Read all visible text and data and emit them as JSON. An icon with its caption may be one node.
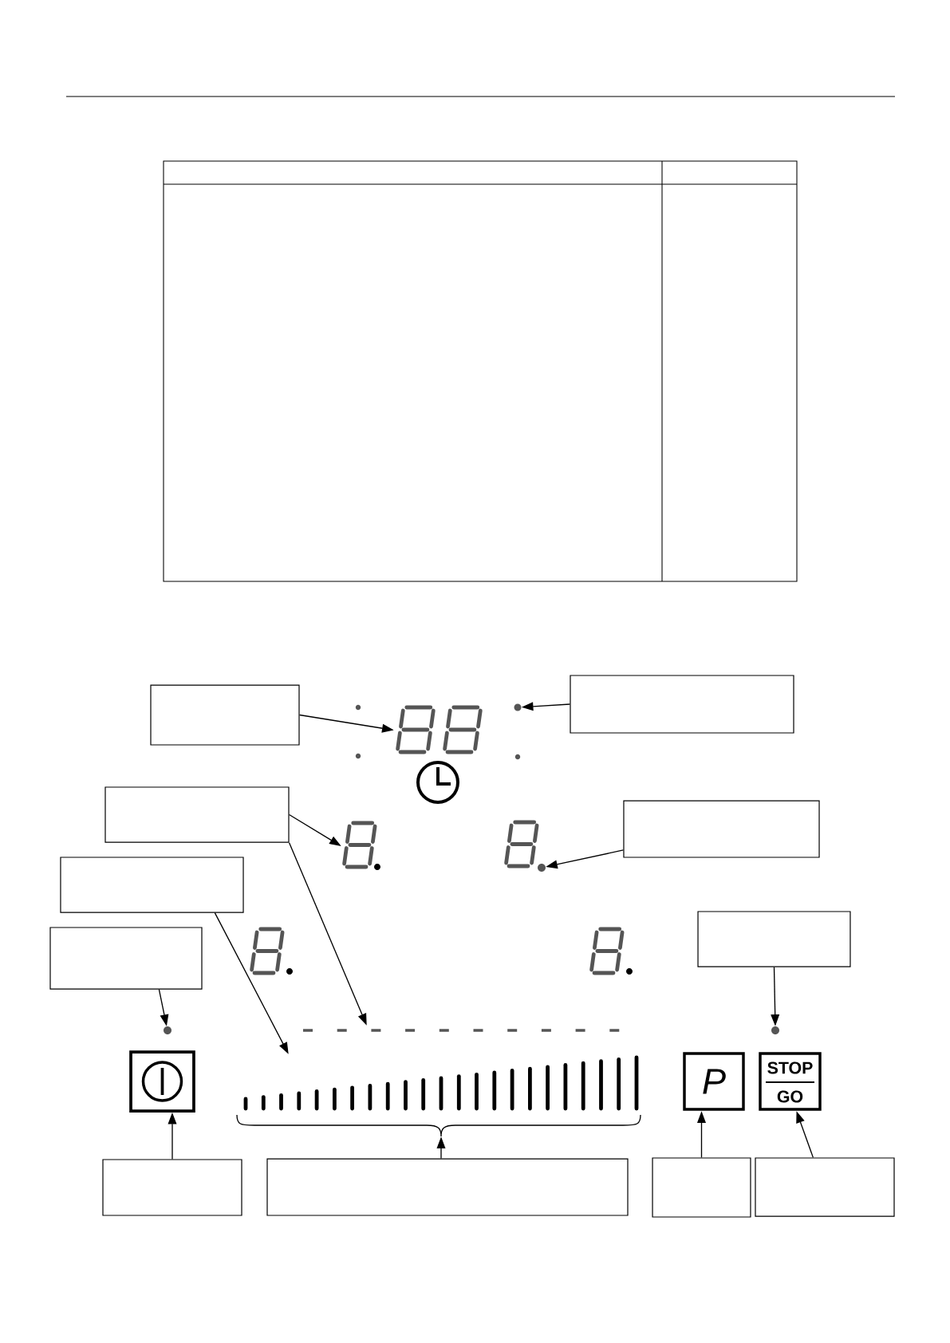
{
  "diagram": {
    "nodes": [
      {
        "text": [],
        "shape": "box"
      },
      {
        "text": [],
        "shape": "display"
      },
      {
        "text": [],
        "shape": "box"
      },
      {
        "text": [],
        "shape": "circle"
      },
      {
        "text": [],
        "shape": "box"
      },
      {
        "text": [],
        "shape": "display"
      },
      {
        "text": [],
        "shape": "box"
      },
      {
        "text": [],
        "shape": "circle"
      },
      {
        "text": [],
        "shape": "box"
      },
      {
        "text": [],
        "shape": "box"
      },
      {
        "text": [],
        "shape": "box"
      },
      {
        "text": [],
        "shape": "circle"
      },
      {
        "text": [],
        "shape": "dashes"
      },
      {
        "text": [],
        "shape": "circle"
      },
      {
        "text": [],
        "shape": "bar"
      },
      {
        "text": [],
        "shape": "button"
      },
      {
        "text": [
          "P"
        ]
      },
      {
        "text": [
          "STOP",
          "GO"
        ]
      },
      {
        "text": [],
        "shape": "box"
      },
      {
        "text": [],
        "shape": "box"
      },
      {
        "text": [],
        "shape": "box"
      },
      {
        "text": [],
        "shape": "box"
      }
    ],
    "edges": [
      {
        "from": 0,
        "to": 1,
        "arrow": "to"
      },
      {
        "from": 2,
        "to": 3,
        "arrow": "to"
      },
      {
        "from": 4,
        "to": 5,
        "arrow": "to"
      },
      {
        "from": 4,
        "to": 12,
        "arrow": "to"
      },
      {
        "from": 6,
        "to": 7,
        "arrow": "to"
      },
      {
        "from": 8,
        "to": 14,
        "arrow": "to"
      },
      {
        "from": 9,
        "to": 11,
        "arrow": "to"
      },
      {
        "from": 10,
        "to": 13,
        "arrow": "to"
      },
      {
        "from": 18,
        "to": 15,
        "arrow": "to"
      },
      {
        "from": 19,
        "to": 14,
        "arrow": "to"
      },
      {
        "from": 20,
        "to": 16,
        "arrow": "to"
      },
      {
        "from": 21,
        "to": 17,
        "arrow": "to"
      }
    ]
  }
}
